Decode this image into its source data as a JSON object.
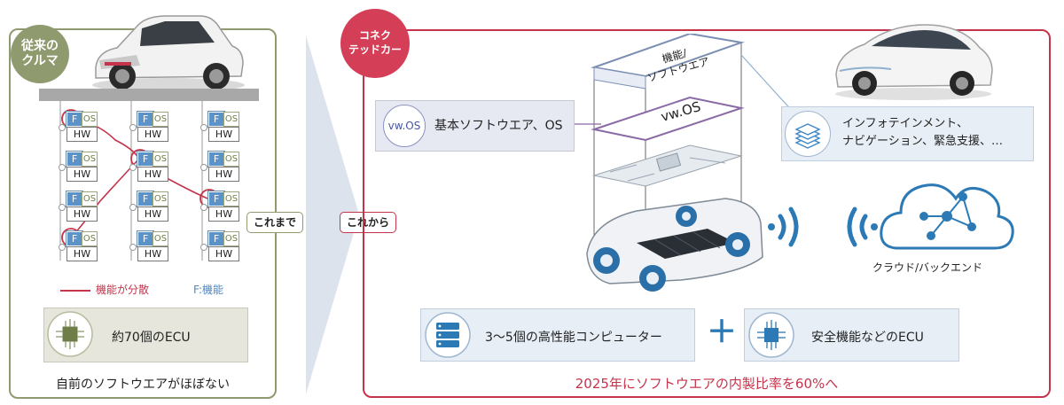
{
  "left": {
    "tag": "従来の\nクルマ",
    "cell_f": "F",
    "cell_os": "OS",
    "cell_hw": "HW",
    "legend_distributed": "機能が分散",
    "legend_function": "F:機能",
    "ecu_count": "約70個のECU",
    "footer": "自前のソフトウエアがほぼない"
  },
  "middle": {
    "before_label": "これまで",
    "after_label": "これから"
  },
  "right": {
    "tag": "コネク\nテッドカー",
    "layer_top": "機能/\nソフトウエア",
    "layer_os": "vw.OS",
    "os_circle": "vw.OS",
    "os_text": "基本ソフトウエア、OS",
    "info_text": "インフォテインメント、\nナビゲーション、緊急支援、…",
    "cloud_label": "クラウド/バックエンド",
    "hpc_text": "3～5個の高性能コンピューター",
    "plus": "＋",
    "safety_ecu_text": "安全機能などのECU",
    "goal_text": "2025年にソフトウエアの内製比率を60%へ"
  },
  "colors": {
    "olive": "#8f9a6f",
    "red": "#c4344b",
    "blue": "#2c7ab5",
    "lightblue": "#5b93c8"
  }
}
